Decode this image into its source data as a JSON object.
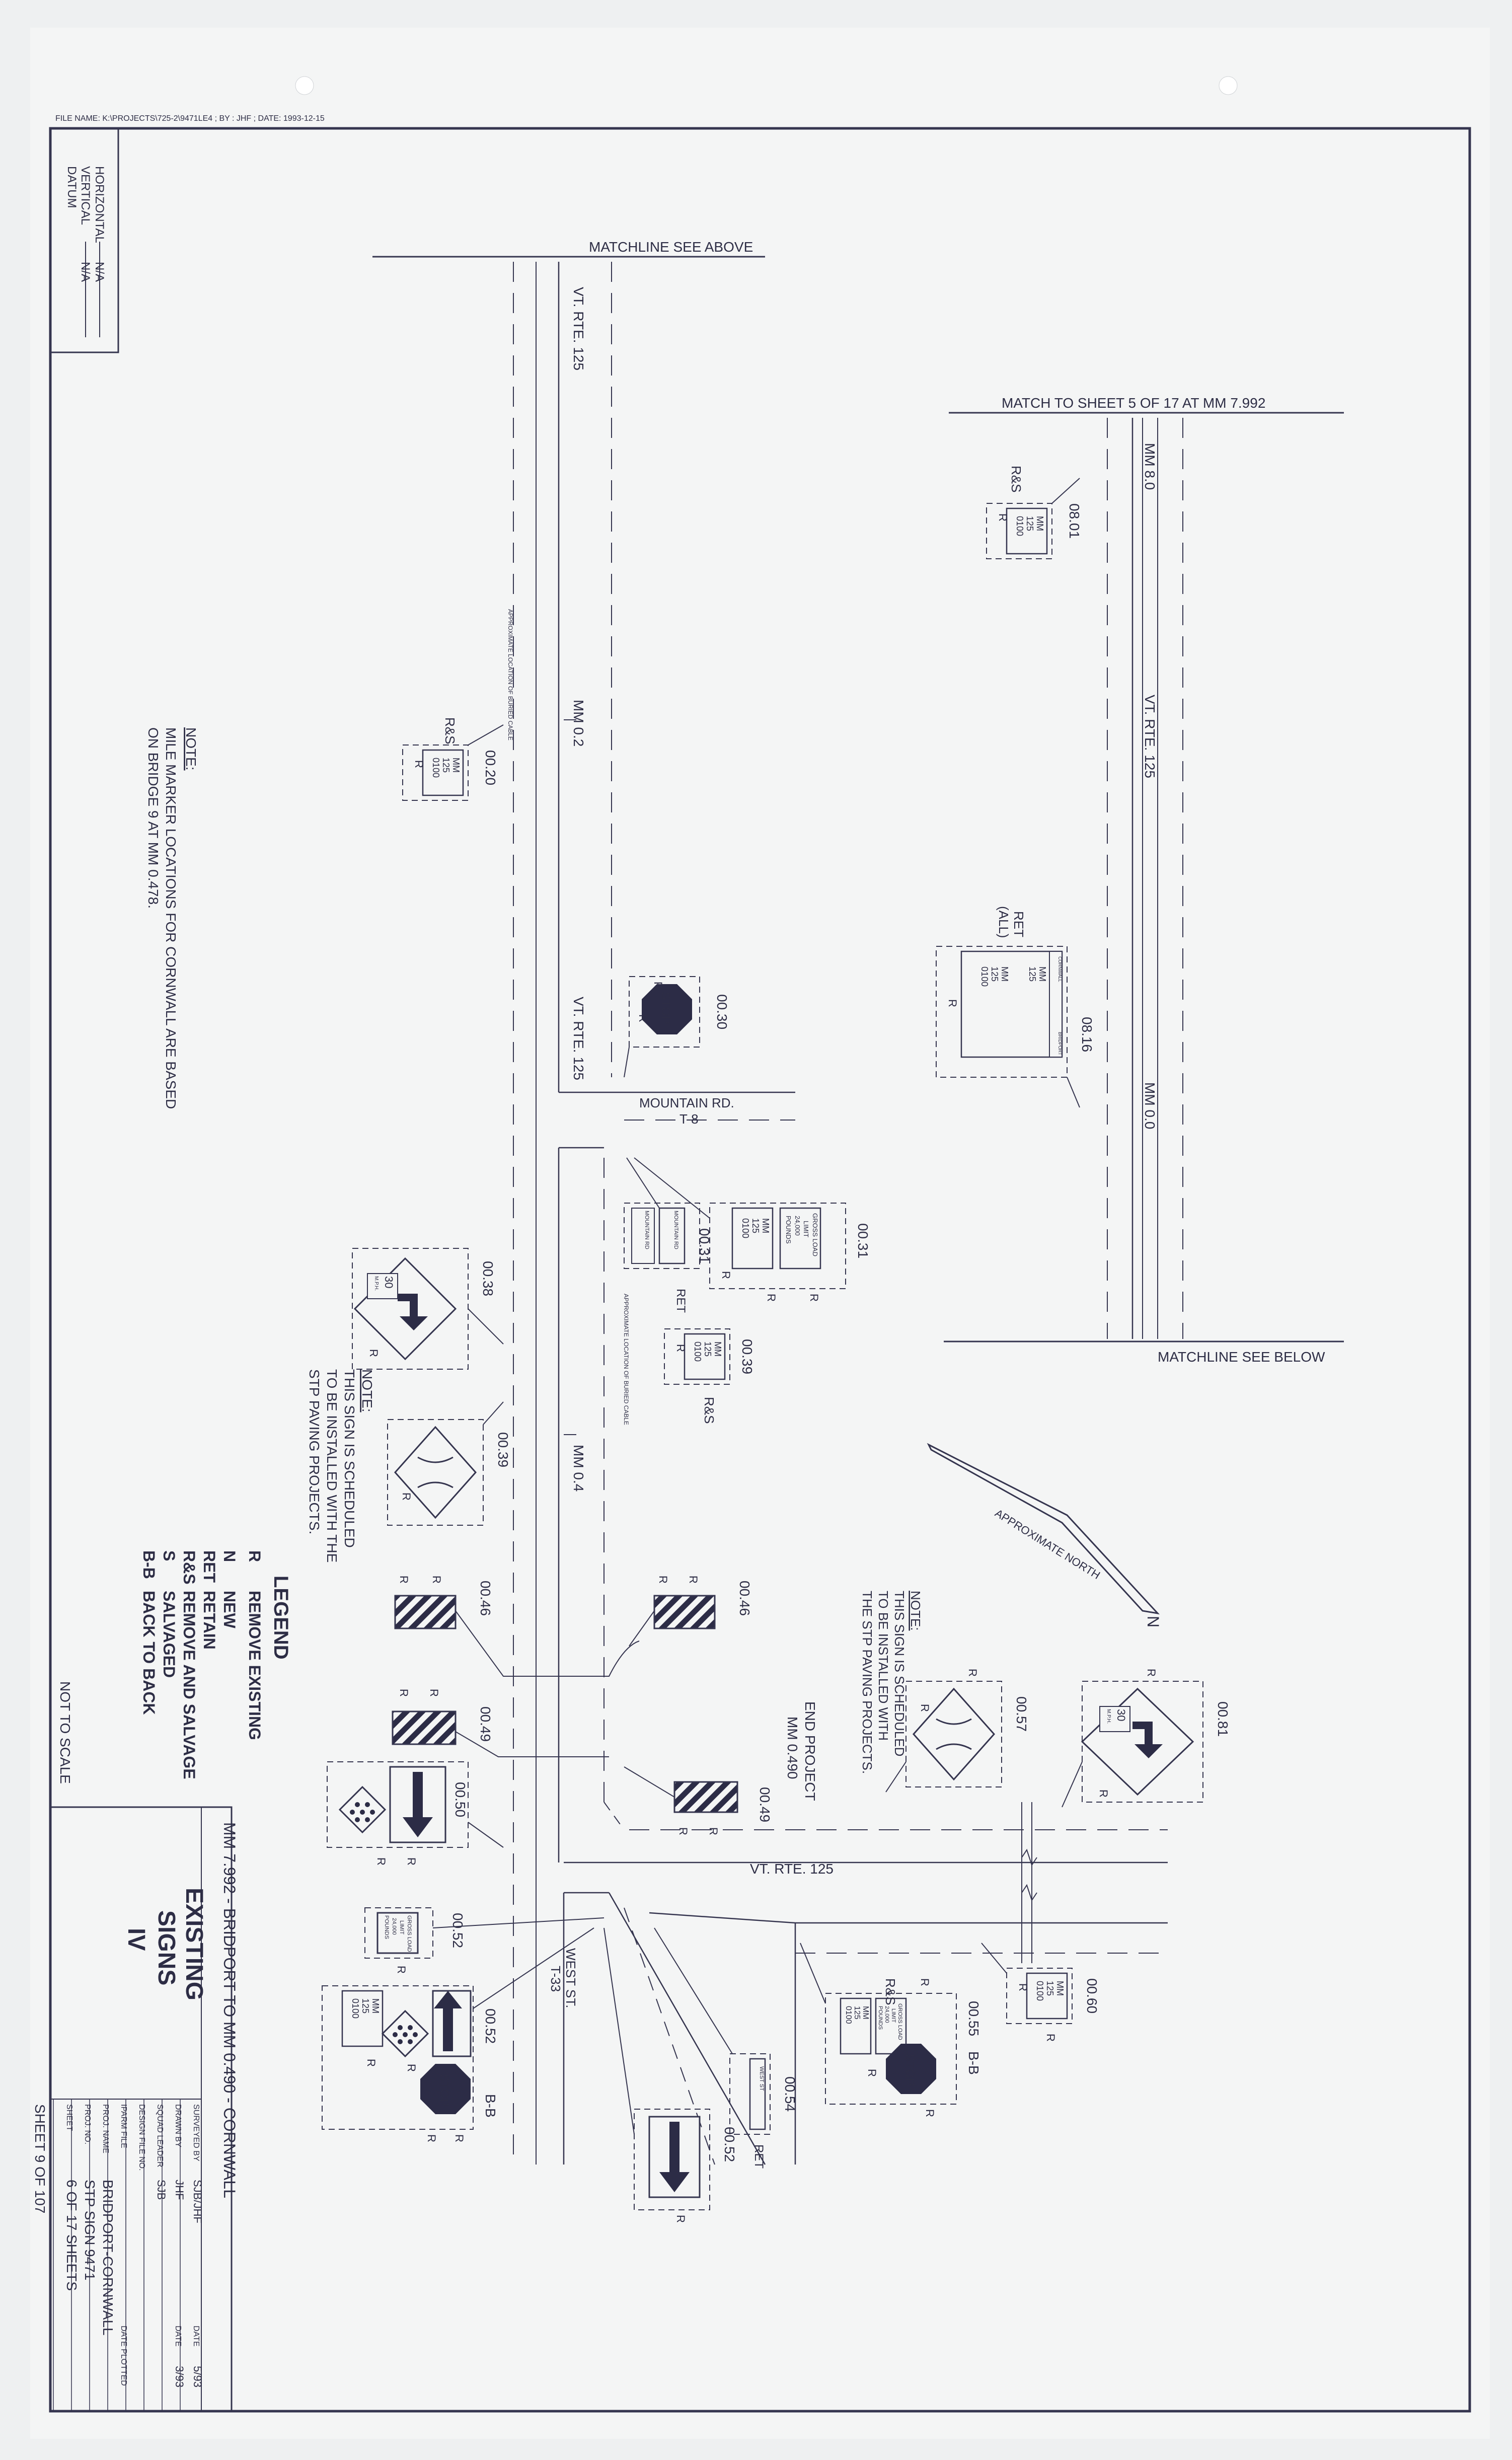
{
  "file_header": "FILE NAME: K:\\PROJECTS\\725-2\\9471LE4 ; BY : JHF ; DATE: 1993-12-15",
  "datum_box": {
    "datum_label": "DATUM",
    "vertical_label": "VERTICAL",
    "vertical_value": "N/A",
    "horizontal_label": "HORIZONTAL",
    "horizontal_value": "N/A"
  },
  "matchlines": {
    "above": "MATCHLINE SEE ABOVE",
    "below": "MATCHLINE SEE BELOW",
    "sheet_match": "MATCH TO SHEET 5 OF 17 AT MM 7.992"
  },
  "roads": {
    "rte125_a": "VT. RTE. 125",
    "rte125_b": "VT. RTE. 125",
    "rte125_c": "VT. RTE. 125",
    "rte125_d": "VT. RTE. 125",
    "mountain_rd": "MOUNTAIN RD.",
    "mountain_rd_code": "T-8",
    "west_st": "WEST ST.",
    "west_st_code": "T-33"
  },
  "mile_markers": {
    "mm_0_2": "MM 0.2",
    "mm_0_4": "MM 0.4",
    "mm_8_0": "MM 8.0",
    "mm_0_0": "MM 0.0"
  },
  "notes": {
    "note_label": "NOTE:",
    "mile_marker_note_1": "MILE MARKER LOCATIONS FOR CORNWALL ARE BASED",
    "mile_marker_note_2": "ON BRIDGE 9 AT MM 0.478.",
    "schedule_note_1": "THIS SIGN IS SCHEDULED",
    "schedule_note_2": "TO BE INSTALLED WITH THE",
    "schedule_note_3": "STP PAVING PROJECTS.",
    "schedule_note_b1": "THIS SIGN IS SCHEDULED",
    "schedule_note_b2": "TO BE INSTALLED WITH",
    "schedule_note_b3": "THE STP PAVING PROJECTS.",
    "approx_location": "APPROXIMATE LOCATION OF BURIED CABLE",
    "approx_north": "APPROXIMATE NORTH",
    "north_letter": "N",
    "end_project": "END PROJECT",
    "end_project_mm": "MM 0.490"
  },
  "signs": {
    "s0801": "08.01",
    "s0816": "08.16",
    "s0020": "00.20",
    "s0030": "00.30",
    "s0031a": "00.31",
    "s0031b": "00.31",
    "s0038": "00.38",
    "s0039a": "00.39",
    "s0039b": "00.39",
    "s0046a": "00.46",
    "s0046b": "00.46",
    "s0049a": "00.49",
    "s0049b": "00.49",
    "s0050": "00.50",
    "s0052a": "00.52",
    "s0052b": "00.52",
    "s0052c": "00.52",
    "s0054": "00.54",
    "s0055": "00.55",
    "b_b": "B-B",
    "s0057": "00.57",
    "s0060": "00.60",
    "s0081": "00.81",
    "mm_panel_l1": "MM",
    "mm_panel_l2": "125",
    "mm_panel_l3": "0100",
    "stop": "STOP",
    "speed": "30",
    "mph": "M.P.H.",
    "gross_load_1": "GROSS LOAD",
    "gross_load_2": "LIMIT",
    "gross_load_3": "24,000",
    "gross_load_4": "POUNDS",
    "west_st_sign": "WEST ST",
    "mountain_rd_sign": "MOUNTAIN RD",
    "cornwall": "CORNWALL",
    "bridport": "BRIDPORT",
    "code_r": "R",
    "code_rs": "R&S",
    "code_ret": "RET",
    "code_ret_all_1": "RET",
    "code_ret_all_2": "(ALL)"
  },
  "legend": {
    "title": "LEGEND",
    "items": [
      {
        "code": "R",
        "label": "REMOVE EXISTING"
      },
      {
        "code": "N",
        "label": "NEW"
      },
      {
        "code": "RET",
        "label": "RETAIN"
      },
      {
        "code": "R&S",
        "label": "REMOVE AND SALVAGE"
      },
      {
        "code": "S",
        "label": "SALVAGED"
      },
      {
        "code": "B-B",
        "label": "BACK TO BACK"
      }
    ],
    "scale": "NOT TO SCALE"
  },
  "title_block": {
    "range": "MM 7.992 - BRIDPORT TO MM 0.490 - CORNWALL",
    "title_1": "EXISTING",
    "title_2": "SIGNS",
    "title_3": "IV",
    "rows": [
      {
        "label": "SURVEYED BY",
        "value": "SJB/JHF",
        "date_label": "DATE",
        "date": "5/93"
      },
      {
        "label": "DRAWN BY",
        "value": "JHF",
        "date_label": "DATE",
        "date": "3/93"
      },
      {
        "label": "SQUAD LEADER",
        "value": "SJB",
        "date_label": "",
        "date": ""
      },
      {
        "label": "DESIGN FILE NO.",
        "value": "",
        "date_label": "",
        "date": ""
      },
      {
        "label": "IPARM FILE",
        "value": "",
        "date_label": "DATE PLOTTED",
        "date": ""
      },
      {
        "label": "PROJ. NAME",
        "value": "BRIDPORT-CORNWALL",
        "date_label": "",
        "date": ""
      },
      {
        "label": "PROJ. NO.",
        "value": "STP SIGN 9471",
        "date_label": "",
        "date": ""
      },
      {
        "label": "SHEET",
        "value": "6 OF 17 SHEETS",
        "date_label": "",
        "date": ""
      }
    ],
    "sheet_total": "SHEET 9 OF 107"
  }
}
